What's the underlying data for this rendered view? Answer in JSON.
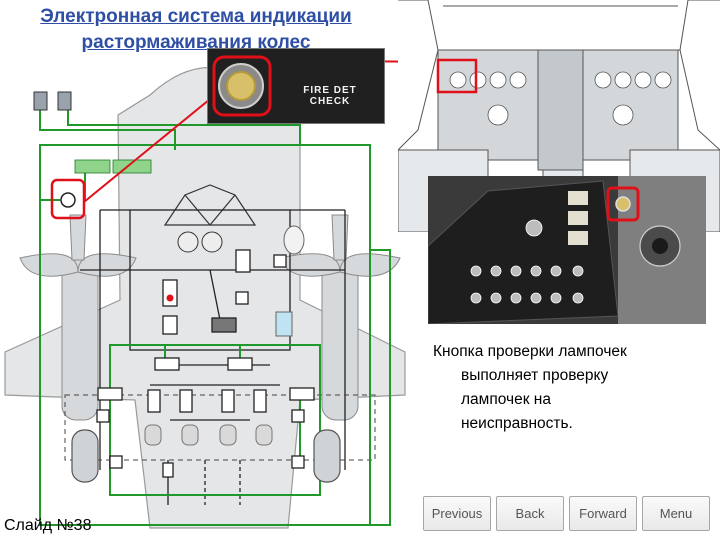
{
  "slide": {
    "title_line1": "Электронная система индикации",
    "title_line2": "растормаживания колес",
    "caption_line1": "Кнопка проверки лампочек",
    "caption_line2": "выполняет проверку",
    "caption_line3": "лампочек на",
    "caption_line4": "неисправность.",
    "slide_number": "Слайд №38",
    "photo_label_line1": "FIRE DET",
    "photo_label_line2": "CHECK"
  },
  "nav": {
    "previous": "Previous",
    "back": "Back",
    "forward": "Forward",
    "menu": "Menu"
  },
  "colors": {
    "title": "#2e4fa3",
    "highlight": "#e0101a",
    "wiring": "#1f9a2a",
    "panel": "#2a2a2a"
  }
}
